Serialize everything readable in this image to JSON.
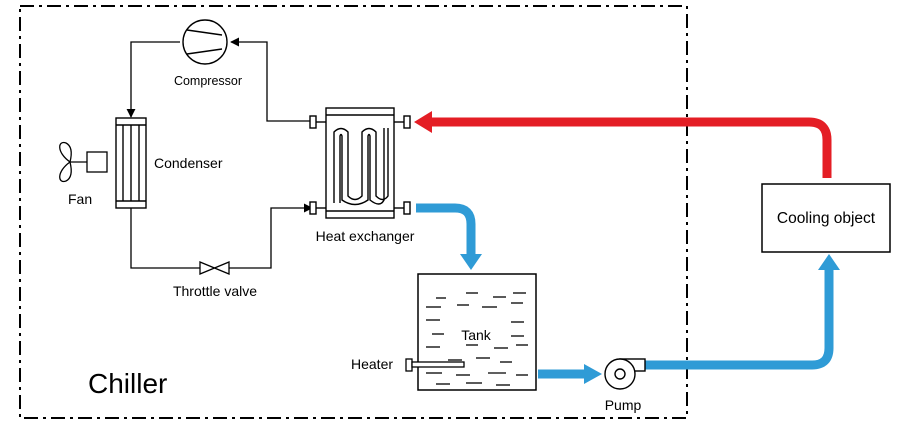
{
  "labels": {
    "compressor": "Compressor",
    "condenser": "Condenser",
    "fan": "Fan",
    "heat_exchanger": "Heat exchanger",
    "throttle_valve": "Throttle valve",
    "tank": "Tank",
    "heater": "Heater",
    "pump": "Pump",
    "cooling_object": "Cooling object",
    "chiller": "Chiller"
  },
  "colors": {
    "hot_return": "#e41e25",
    "cold_supply": "#2f9bd6",
    "line": "#000000"
  }
}
